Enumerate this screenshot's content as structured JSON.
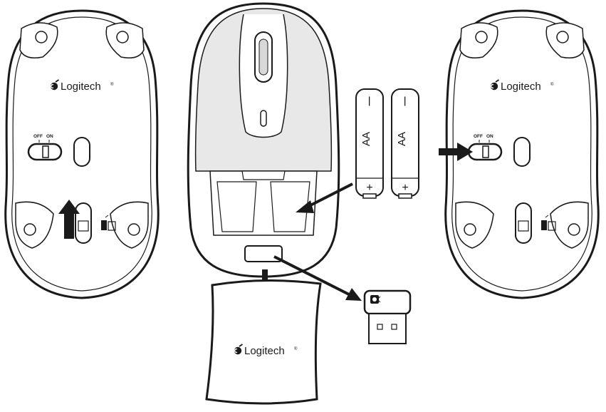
{
  "brand": {
    "name": "Logitech",
    "trademark": "®"
  },
  "power_switch": {
    "off": "OFF",
    "on": "ON"
  },
  "batteries": {
    "type": "AA",
    "minus": "—",
    "plus": "+"
  },
  "colors": {
    "ink": "#1a1a1a",
    "body_shade": "#e8e8e8",
    "background": "#ffffff"
  }
}
